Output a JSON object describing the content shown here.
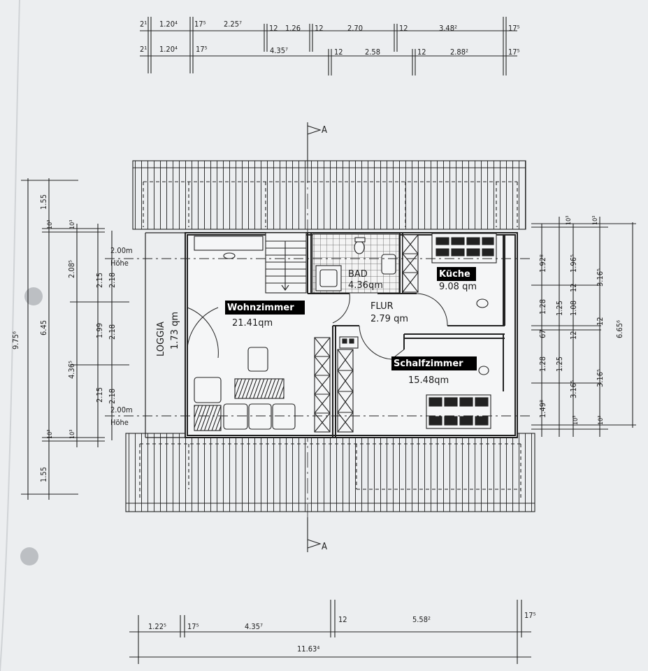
{
  "plan": {
    "rooms": {
      "wohnzimmer": {
        "name": "Wohnzimmer",
        "area": "21.41qm"
      },
      "kueche": {
        "name": "Küche",
        "area": "9.08 qm"
      },
      "schlafzimmer": {
        "name": "Schalfzimmer",
        "area": "15.48qm"
      },
      "bad": {
        "name": "BAD",
        "area": "4.36qm"
      },
      "flur": {
        "name": "FLUR",
        "area": "2.79 qm"
      },
      "loggia": {
        "name": "LOGGIA",
        "area": "1.73 qm"
      }
    },
    "height_notes": [
      {
        "value": "2.00m",
        "label": "Höhe"
      },
      {
        "value": "2.00m",
        "label": "Höhe"
      }
    ],
    "section_marks": [
      "A",
      "A"
    ],
    "top_dims_row1": [
      "2¹",
      "1.20⁴",
      "17⁵",
      "2.25⁷",
      "12",
      "1.26",
      "12",
      "2.70",
      "12",
      "3.48²",
      "17⁵"
    ],
    "top_dims_row2": [
      "2¹",
      "1.20⁴",
      "17⁵",
      "4.35⁷",
      "12",
      "2.58",
      "12",
      "2.88²",
      "17⁵"
    ],
    "bottom_dims_row1": [
      "1.22⁵",
      "17⁵",
      "4.35⁷",
      "12",
      "5.58²",
      "17⁵"
    ],
    "bottom_total": "11.63⁴",
    "left_dims_outer": [
      "9.75⁶"
    ],
    "left_dims_c2": [
      "1.55",
      "6.45",
      "1.55"
    ],
    "left_dims_c3": [
      "10³",
      "2.08⁵",
      "4.36⁵",
      "10³"
    ],
    "left_dims_c4": [
      "10³",
      "2.15",
      "1.99",
      "2.15",
      "10³"
    ],
    "left_dims_c5": [
      "2.18",
      "2.18",
      "2.18"
    ],
    "right_dims_c1": [
      "1.92⁸",
      "1.28",
      "67",
      "1.28",
      "1.49⁸"
    ],
    "right_dims_c2": [
      "10³",
      "1.25",
      "1.25",
      "10³"
    ],
    "right_dims_c3": [
      "1.96⁵",
      "12",
      "1.08",
      "12",
      "3.16⁵"
    ],
    "right_dims_c4": [
      "10³",
      "3.16⁵",
      "12",
      "3.16⁵",
      "10³"
    ],
    "right_dims_c5": [
      "6.65⁶"
    ]
  }
}
